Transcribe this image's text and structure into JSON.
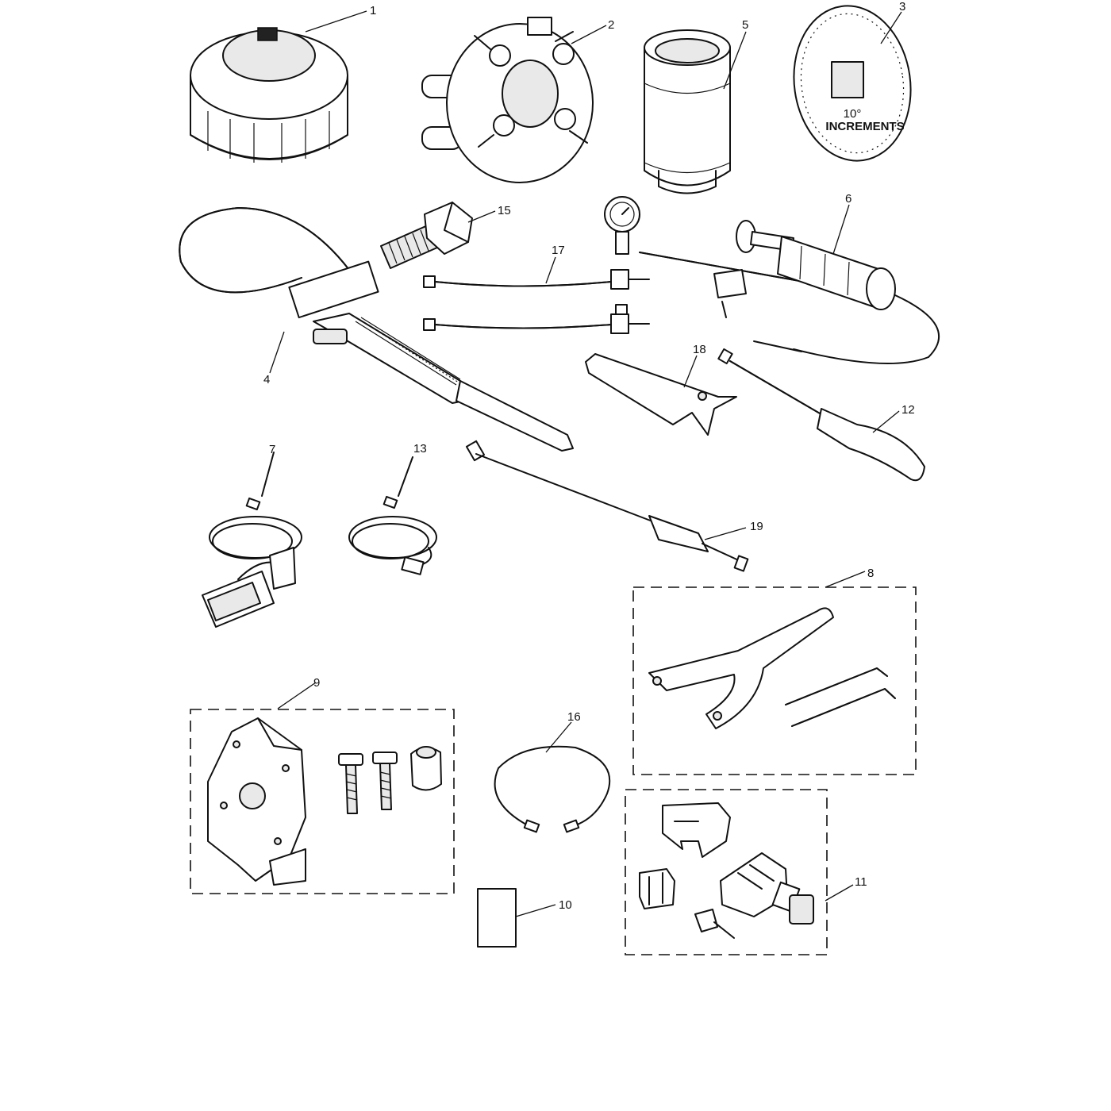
{
  "callouts": {
    "c1": "1",
    "c2": "2",
    "c3": "3",
    "c4": "4",
    "c5": "5",
    "c6": "6",
    "c7": "7",
    "c8": "8",
    "c9": "9",
    "c10": "10",
    "c11": "11",
    "c12": "12",
    "c13": "13",
    "c15": "15",
    "c16": "16",
    "c17": "17",
    "c18": "18",
    "c19": "19"
  },
  "dial_text": {
    "degrees": "10°",
    "increments": "INCREMENTS"
  }
}
